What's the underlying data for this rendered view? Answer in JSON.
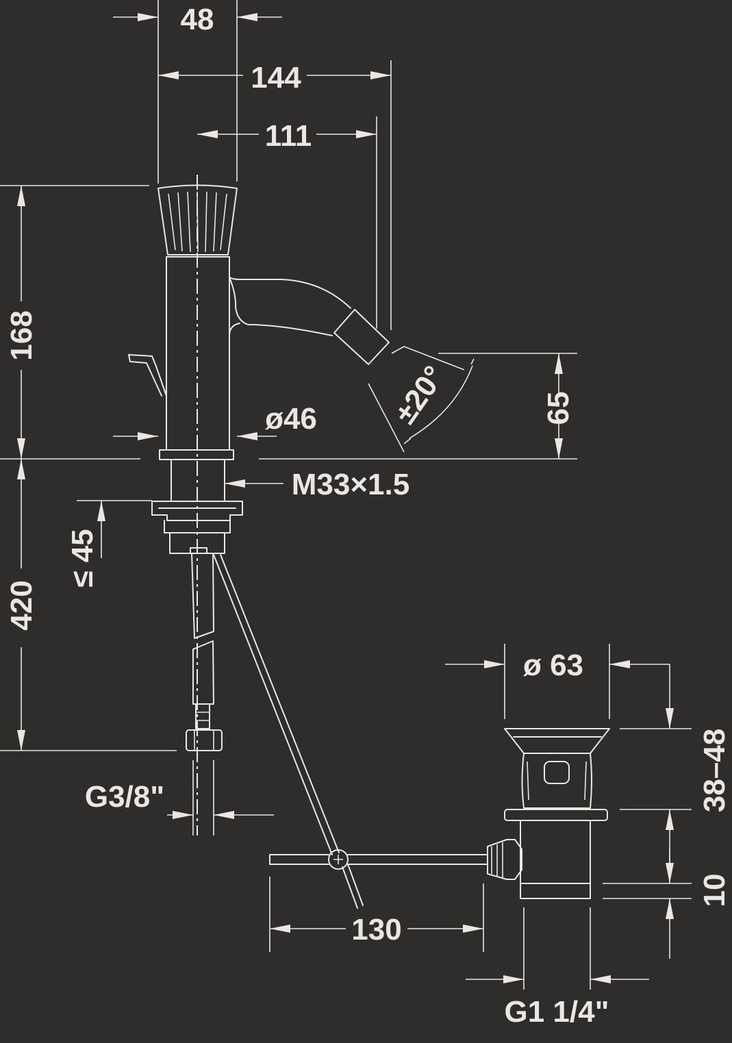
{
  "dimensions": {
    "d48": "48",
    "d144": "144",
    "d111": "111",
    "d168": "168",
    "d65": "65",
    "angle": "±20°",
    "diam46": "ø46",
    "thread": "M33×1.5",
    "max45": "≤ 45",
    "d420": "420",
    "diam63": "ø 63",
    "range": "38–48",
    "g38": "G3/8\"",
    "d130": "130",
    "d10": "10",
    "g114": "G1 1/4\""
  },
  "colors": {
    "background": "#2f2d2c",
    "line": "#e9e6e3"
  }
}
